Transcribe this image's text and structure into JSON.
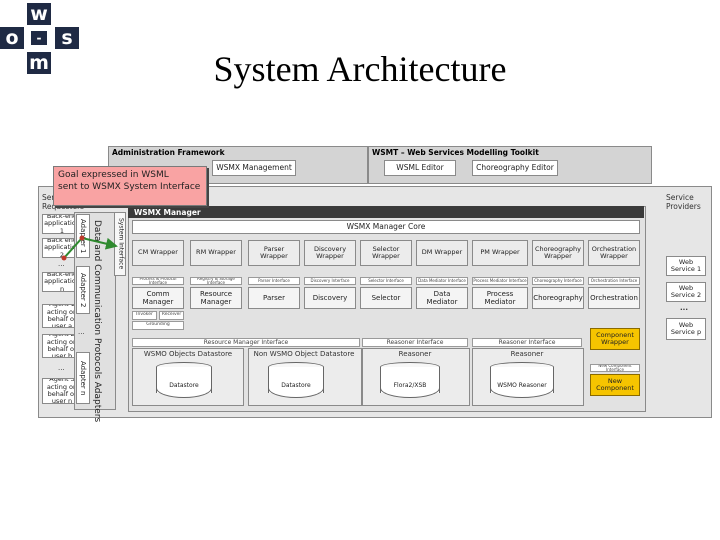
{
  "slide": {
    "title": "System Architecture",
    "colors": {
      "logo": "#1f2a44",
      "header_bar": "#3a3a3a",
      "note": "#f9a3a3",
      "component": "#f6c400",
      "arrow": "#2f8a2f"
    }
  },
  "logo": {
    "letters": [
      "w",
      "s",
      "m",
      "o"
    ],
    "center": "-"
  },
  "note": {
    "line1": "Goal expressed in WSML",
    "line2": "sent to WSMX System Interface"
  },
  "top": {
    "admin_title": "Administration Framework",
    "wsmx_management": "WSMX Management",
    "wsmt_title": "WSMT – Web Services Modelling Toolkit",
    "wsml_editor": "WSML Editor",
    "choreography_editor": "Choreography Editor"
  },
  "requesters": {
    "title": "Service Requesters",
    "items": [
      "Back-end application 1",
      "Back end application 2",
      "...",
      "Back-end application n",
      "Agent 1 acting on behalf of user a",
      "Agent 2 acting on behalf of user b",
      "...",
      "Agent 3 acting on behalf of user n"
    ]
  },
  "adapters": {
    "vertical_label": "Data and Communication Protocols Adapters",
    "items": [
      "Adapter 1",
      "Adapter 2",
      "...",
      "Adapter n"
    ]
  },
  "system_interface": "System Interface",
  "manager": {
    "title": "WSMX Manager",
    "core": "WSMX Manager Core",
    "wrappers": [
      "CM Wrapper",
      "RM Wrapper",
      "Parser Wrapper",
      "Discovery Wrapper",
      "Selector Wrapper",
      "DM Wrapper",
      "PM Wrapper",
      "Choreography Wrapper",
      "Orchestration Wrapper"
    ],
    "interfaces": [
      "Process & Protocol Interface",
      "Registry & Storage Interface",
      "Parser Interface",
      "Discovery Interface",
      "Selector Interface",
      "Data Mediator Interface",
      "Process Mediator Interface",
      "Choreography Interface",
      "Orchestration Interface"
    ],
    "components": [
      "Comm Manager",
      "Resource Manager",
      "Parser",
      "Discovery",
      "Selector",
      "Data Mediator",
      "Process Mediator",
      "Choreography",
      "Orchestration"
    ],
    "comm_sub": [
      "Invoker",
      "Receiver",
      "Grounding"
    ]
  },
  "resource": {
    "manager_interface": "Resource Manager Interface",
    "wsmo_store": "WSMO Objects Datastore",
    "nonwsmo_store": "Non WSMO Object Datastore",
    "datastore": "Datastore"
  },
  "reasoners": [
    {
      "interface": "Reasoner Interface",
      "name": "Reasoner",
      "store": "Flora2/XSB"
    },
    {
      "interface": "Reasoner Interface",
      "name": "Reasoner",
      "store": "WSMO Reasoner"
    }
  ],
  "extension": {
    "component_wrapper": "Component Wrapper",
    "new_component_interface": "New Component Interface",
    "new_component": "New Component"
  },
  "providers": {
    "title": "Service Providers",
    "items": [
      "Web Service 1",
      "Web Service 2",
      "...",
      "Web Service p"
    ]
  }
}
